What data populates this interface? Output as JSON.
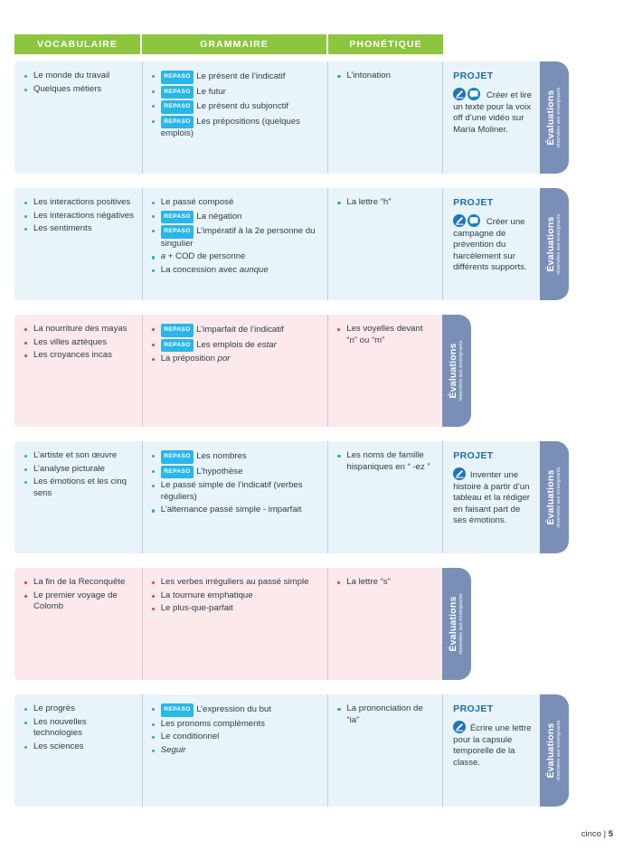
{
  "headers": {
    "vocabulaire": "VOCABULAIRE",
    "grammaire": "GRAMMAIRE",
    "phonetique": "PHONÉTIQUE"
  },
  "labels": {
    "projet": "PROJET",
    "repaso": "REPASO",
    "evaluations_title": "Évaluations",
    "evaluations_subtitle": "réservées aux enseignants"
  },
  "colors": {
    "header_green": "#8cc63e",
    "row_blue": "#e8f4fa",
    "row_pink": "#fce9ec",
    "bullet_blue": "#2aa8c4",
    "bullet_pink": "#ea2f63",
    "repaso_badge": "#29b6e8",
    "projet_title": "#1c6ab5",
    "evals_tab": "#7a8fb8"
  },
  "rows": [
    {
      "theme": "blue",
      "vocabulaire": [
        {
          "text": "Le monde du travail"
        },
        {
          "text": "Quelques métiers"
        }
      ],
      "grammaire": [
        {
          "repaso": true,
          "text": "Le présent de l’indicatif"
        },
        {
          "repaso": true,
          "text": "Le futur"
        },
        {
          "repaso": true,
          "text": "Le présent du subjonctif"
        },
        {
          "repaso": true,
          "text": "Les prépositions (quelques emplois)"
        }
      ],
      "phonetique": [
        {
          "text": "L’intonation"
        }
      ],
      "projet": {
        "title": "PROJET",
        "icons": [
          "pencil-icon",
          "speech-bubble-icon"
        ],
        "text": "Créer et lire un texte pour la voix off d’une vidéo sur María Moliner."
      }
    },
    {
      "theme": "blue",
      "vocabulaire": [
        {
          "text": "Les interactions positives"
        },
        {
          "text": "Les interactions négatives"
        },
        {
          "text": "Les sentiments"
        }
      ],
      "grammaire": [
        {
          "repaso": false,
          "text": "Le passé composé"
        },
        {
          "repaso": true,
          "text": "La négation"
        },
        {
          "repaso": true,
          "text": "L’impératif à la 2e personne du singulier"
        },
        {
          "repaso": false,
          "text": "a + COD de personne",
          "italic_head": "a"
        },
        {
          "repaso": false,
          "text": "La concession avec aunque",
          "italic_tail": "aunque"
        }
      ],
      "phonetique": [
        {
          "text": "La lettre “h”"
        }
      ],
      "projet": {
        "title": "PROJET",
        "icons": [
          "pencil-icon",
          "speech-bubble-icon"
        ],
        "text": "Créer une campagne de prévention du harcèlement sur différents supports."
      }
    },
    {
      "theme": "pink",
      "vocabulaire": [
        {
          "text": "La nourriture des mayas"
        },
        {
          "text": "Les villes aztèques"
        },
        {
          "text": "Les croyances incas"
        }
      ],
      "grammaire": [
        {
          "repaso": true,
          "text": "L’imparfait de l’indicatif"
        },
        {
          "repaso": true,
          "text": "Les emplois de estar",
          "italic_tail": "estar"
        },
        {
          "repaso": false,
          "text": "La préposition por",
          "italic_tail": "por"
        }
      ],
      "phonetique": [
        {
          "text": "Les voyelles devant “n” ou “m”"
        }
      ],
      "projet": null
    },
    {
      "theme": "blue",
      "vocabulaire": [
        {
          "text": "L’artiste et son œuvre"
        },
        {
          "text": "L’analyse picturale"
        },
        {
          "text": "Les émotions et les cinq sens"
        }
      ],
      "grammaire": [
        {
          "repaso": true,
          "text": "Les nombres"
        },
        {
          "repaso": true,
          "text": "L’hypothèse"
        },
        {
          "repaso": false,
          "text": "Le passé simple de l’indicatif (verbes réguliers)"
        },
        {
          "repaso": false,
          "text": "L’alternance passé simple - imparfait"
        }
      ],
      "phonetique": [
        {
          "text": "Les noms de famille hispaniques en “ -ez ”"
        }
      ],
      "projet": {
        "title": "PROJET",
        "icons": [
          "pencil-icon"
        ],
        "text": "Inventer une histoire à partir d’un tableau et la rédiger en faisant part de ses émotions."
      }
    },
    {
      "theme": "pink",
      "vocabulaire": [
        {
          "text": "La fin de la Reconquête"
        },
        {
          "text": "Le premier voyage de Colomb"
        }
      ],
      "grammaire": [
        {
          "repaso": false,
          "text": "Les verbes irréguliers au passé simple"
        },
        {
          "repaso": false,
          "text": "La tournure emphatique"
        },
        {
          "repaso": false,
          "text": "Le plus-que-parfait"
        }
      ],
      "phonetique": [
        {
          "text": "La lettre “s”"
        }
      ],
      "projet": null
    },
    {
      "theme": "blue",
      "vocabulaire": [
        {
          "text": "Le progrès"
        },
        {
          "text": "Les nouvelles technologies"
        },
        {
          "text": "Les sciences"
        }
      ],
      "grammaire": [
        {
          "repaso": true,
          "text": "L’expression du but"
        },
        {
          "repaso": false,
          "text": "Les pronoms compléments"
        },
        {
          "repaso": false,
          "text": "Le conditionnel"
        },
        {
          "repaso": false,
          "text": "Seguir",
          "italic_all": true
        }
      ],
      "phonetique": [
        {
          "text": "La prononciation de “ia”"
        }
      ],
      "projet": {
        "title": "PROJET",
        "icons": [
          "pencil-icon"
        ],
        "text": "Écrire une lettre pour la capsule temporelle de la classe."
      }
    }
  ],
  "footer": {
    "word": "cinco",
    "separator": "|",
    "number": "5"
  }
}
